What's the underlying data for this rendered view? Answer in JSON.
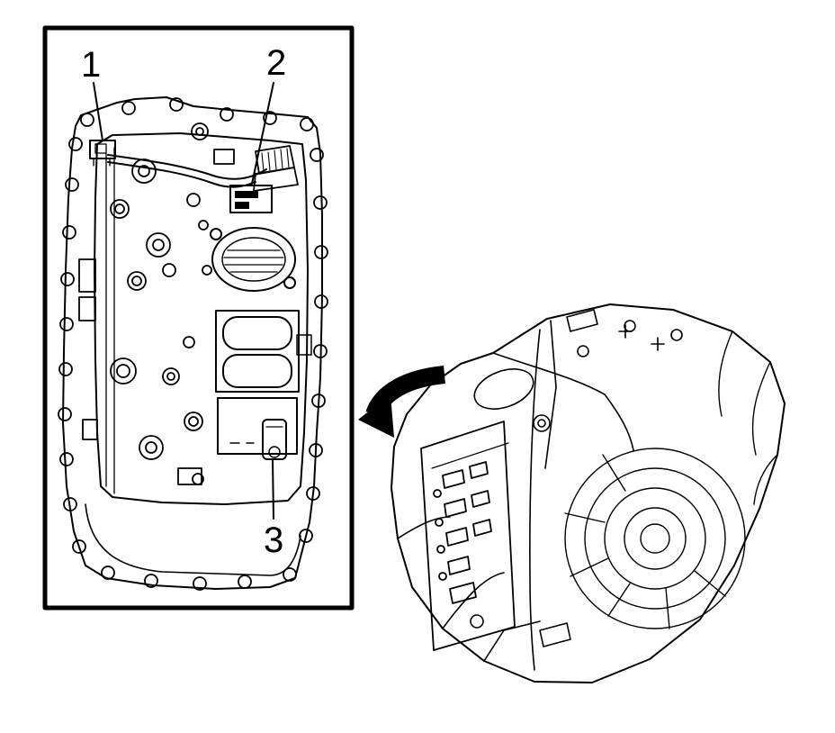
{
  "figure": {
    "type": "technical-illustration",
    "description_colors": {
      "line": "#000000",
      "background": "#ffffff"
    },
    "callouts": [
      {
        "label": "1"
      },
      {
        "label": "2"
      },
      {
        "label": "3"
      }
    ],
    "icons": {
      "flip_arrow": "curved-left-arrow"
    }
  }
}
